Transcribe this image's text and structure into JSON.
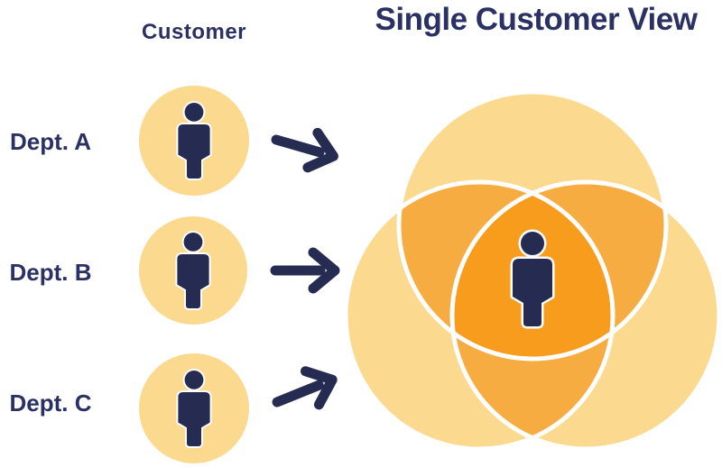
{
  "header": {
    "column_label": "Customer",
    "title": "Single Customer View"
  },
  "departments": [
    {
      "label": "Dept. A"
    },
    {
      "label": "Dept. B"
    },
    {
      "label": "Dept. C"
    }
  ],
  "icons": {
    "person": "person-icon",
    "arrow": "arrow-right-icon"
  },
  "colors": {
    "navy_text": "#2B3164",
    "navy_icon": "#262B52",
    "light_yellow": "#FBD98F",
    "medium_orange": "#F7AC42",
    "dark_orange": "#F89C1E",
    "stroke_white": "#FFFFFF",
    "background": "#FFFFFF"
  }
}
